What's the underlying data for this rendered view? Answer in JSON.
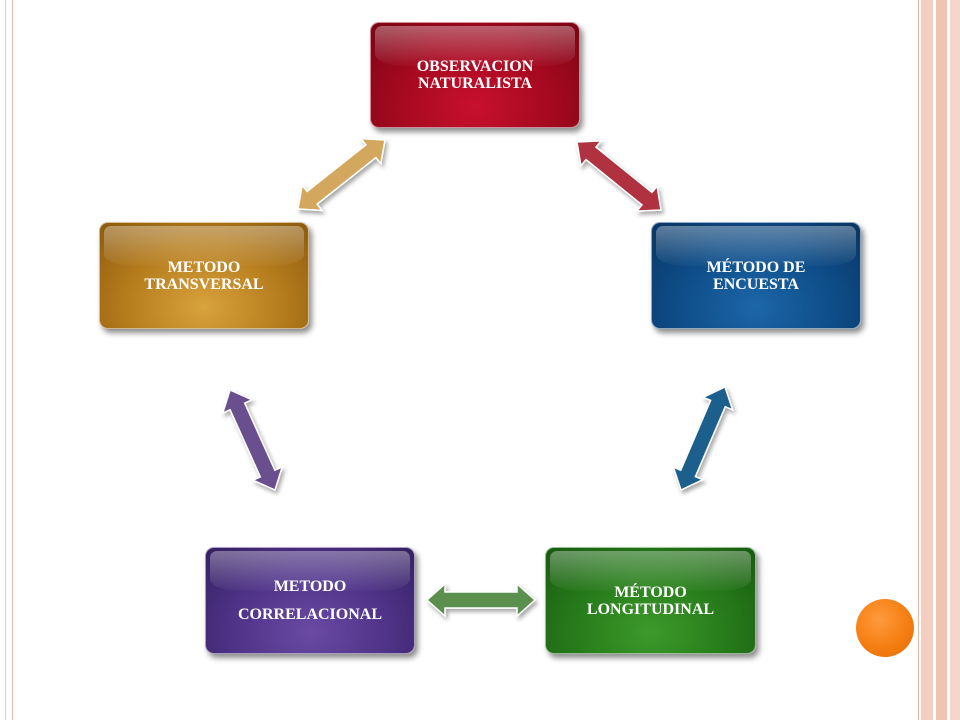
{
  "diagram": {
    "nodes": [
      {
        "id": "observacion",
        "label": "OBSERVACION\nNATURALISTA",
        "color": "#a3091f"
      },
      {
        "id": "encuesta",
        "label": "MÉTODO DE\nENCUESTA",
        "color": "#0e4c87"
      },
      {
        "id": "longitudinal",
        "label": "MÉTODO\nLONGITUDINAL",
        "color": "#26791a"
      },
      {
        "id": "correlacional",
        "label": "METODO\nCORRELACIONAL",
        "color": "#4e3286"
      },
      {
        "id": "transversal",
        "label": "METODO\nTRANSVERSAL",
        "color": "#b47b1c"
      }
    ],
    "edges": [
      {
        "from": "observacion",
        "to": "encuesta",
        "type": "double-arrow",
        "color": "#b03040"
      },
      {
        "from": "encuesta",
        "to": "longitudinal",
        "type": "double-arrow",
        "color": "#1f5f8c"
      },
      {
        "from": "longitudinal",
        "to": "correlacional",
        "type": "double-arrow",
        "color": "#5a8f4e"
      },
      {
        "from": "correlacional",
        "to": "transversal",
        "type": "double-arrow",
        "color": "#6a4f8f"
      },
      {
        "from": "transversal",
        "to": "observacion",
        "type": "double-arrow",
        "color": "#d4a75f"
      }
    ]
  },
  "decor": {
    "frame_color": "#f1c3b2",
    "accent_circle_color": "#f57e12"
  }
}
